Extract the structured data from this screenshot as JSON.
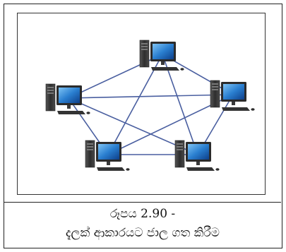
{
  "figure": {
    "caption_number": "රූපය 2.90 -",
    "caption_text": "දැලක් ආකාරයට ජාල ගත කිරීම"
  },
  "network": {
    "node_count": 5,
    "topology": "mesh",
    "link_color": "#4a5fa0",
    "screen_color": "#2a7fd0",
    "tower_color": "#3a3a3a"
  }
}
